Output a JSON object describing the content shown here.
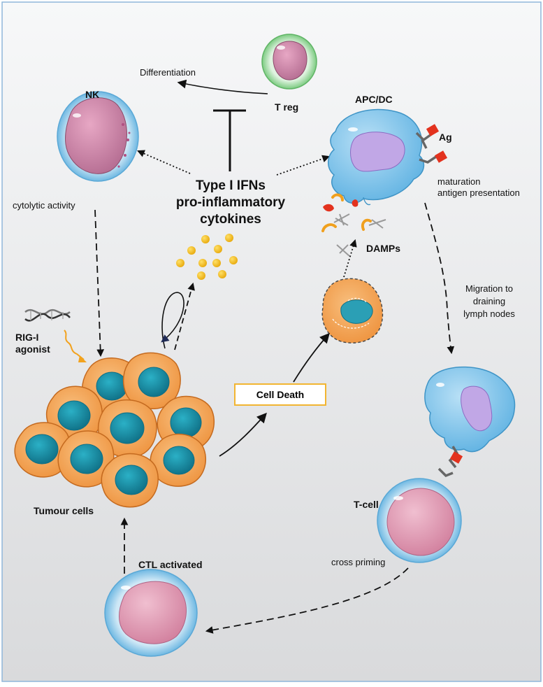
{
  "labels": {
    "differentiation": "Differentiation",
    "treg": "T reg",
    "nk": "NK",
    "apc_dc": "APC/DC",
    "ag": "Ag",
    "cytolytic": "cytolytic activity",
    "ifn_line1": "Type I IFNs",
    "ifn_line2": "pro-inflammatory",
    "ifn_line3": "cytokines",
    "maturation": "maturation",
    "antigen_presentation": "antigen presentation",
    "damps": "DAMPs",
    "migration_line1": "Migration to",
    "migration_line2": "draining",
    "migration_line3": "lymph nodes",
    "rig_line1": "RIG-I",
    "rig_line2": "agonist",
    "cell_death": "Cell Death",
    "tumour_cells": "Tumour cells",
    "t_cell": "T-cell",
    "cross_priming": "cross priming",
    "ctl_activated": "CTL activated"
  },
  "colors": {
    "background_top": "#f7f8f9",
    "background_bottom": "#d9dadc",
    "frame": "#8fb6da",
    "tumour_cytoplasm": "#f3a55a",
    "tumour_outline": "#c46a1f",
    "tumour_nucleus": "#17889e",
    "dc_body": "#8ec9ea",
    "dc_nucleus": "#c1a7e6",
    "nk_nucleus": "#c97ba0",
    "treg_ring": "#8fd493",
    "tcell_body": "#e6a2b8",
    "cytokine": "#f5c21b",
    "cell_death_border": "#f2b531",
    "antigen": "#e3321e"
  }
}
